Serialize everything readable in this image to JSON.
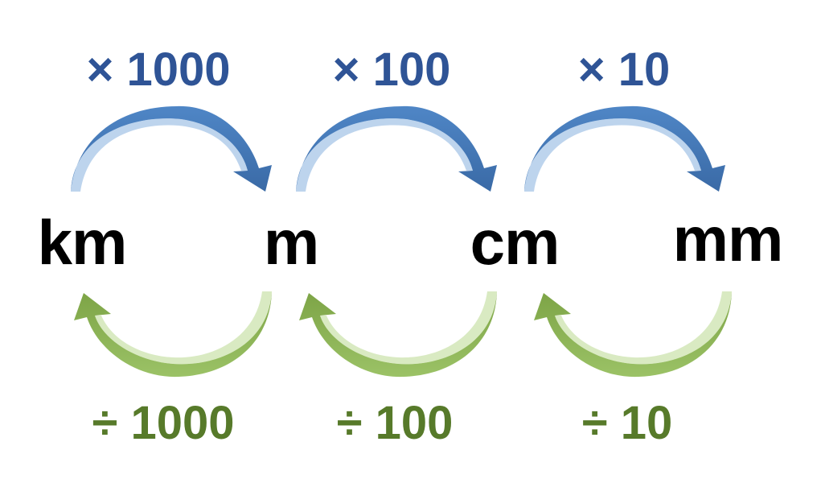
{
  "units": [
    "km",
    "m",
    "cm",
    "mm"
  ],
  "multiply_labels": [
    "× 1000",
    "× 100",
    "× 10"
  ],
  "divide_labels": [
    "÷ 1000",
    "÷ 100",
    "÷ 10"
  ],
  "colors": {
    "multiply_text": "#2f5496",
    "multiply_arrow": "#4a7ebb",
    "divide_text": "#577a2a",
    "divide_arrow": "#8db356",
    "unit_text": "#000000"
  },
  "icons": {
    "multiply_arrow": "curved-arrow-right",
    "divide_arrow": "curved-arrow-left"
  }
}
